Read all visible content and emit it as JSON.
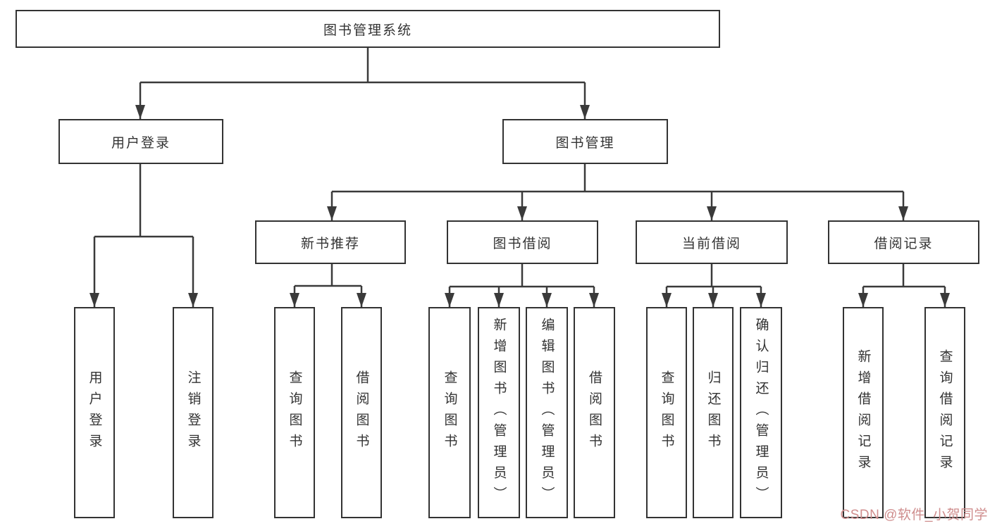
{
  "colors": {
    "line": "#3a3a3a",
    "box_border": "#333333",
    "text": "#333333",
    "background": "#ffffff",
    "watermark": "#cf8d8d"
  },
  "watermark": {
    "text": "CSDN @软件_小贺同学"
  },
  "tree": {
    "root": {
      "label": "图书管理系统"
    },
    "children": [
      {
        "label": "用户登录",
        "children": [
          {
            "label": "用户登录"
          },
          {
            "label": "注销登录"
          }
        ]
      },
      {
        "label": "图书管理",
        "children": [
          {
            "label": "新书推荐",
            "children": [
              {
                "label": "查询图书"
              },
              {
                "label": "借阅图书"
              }
            ]
          },
          {
            "label": "图书借阅",
            "children": [
              {
                "label": "查询图书"
              },
              {
                "label": "新增图书（管理员）"
              },
              {
                "label": "编辑图书（管理员）"
              },
              {
                "label": "借阅图书"
              }
            ]
          },
          {
            "label": "当前借阅",
            "children": [
              {
                "label": "查询图书"
              },
              {
                "label": "归还图书"
              },
              {
                "label": "确认归还（管理员）"
              }
            ]
          },
          {
            "label": "借阅记录",
            "children": [
              {
                "label": "新增借阅记录"
              },
              {
                "label": "查询借阅记录"
              }
            ]
          }
        ]
      }
    ]
  }
}
